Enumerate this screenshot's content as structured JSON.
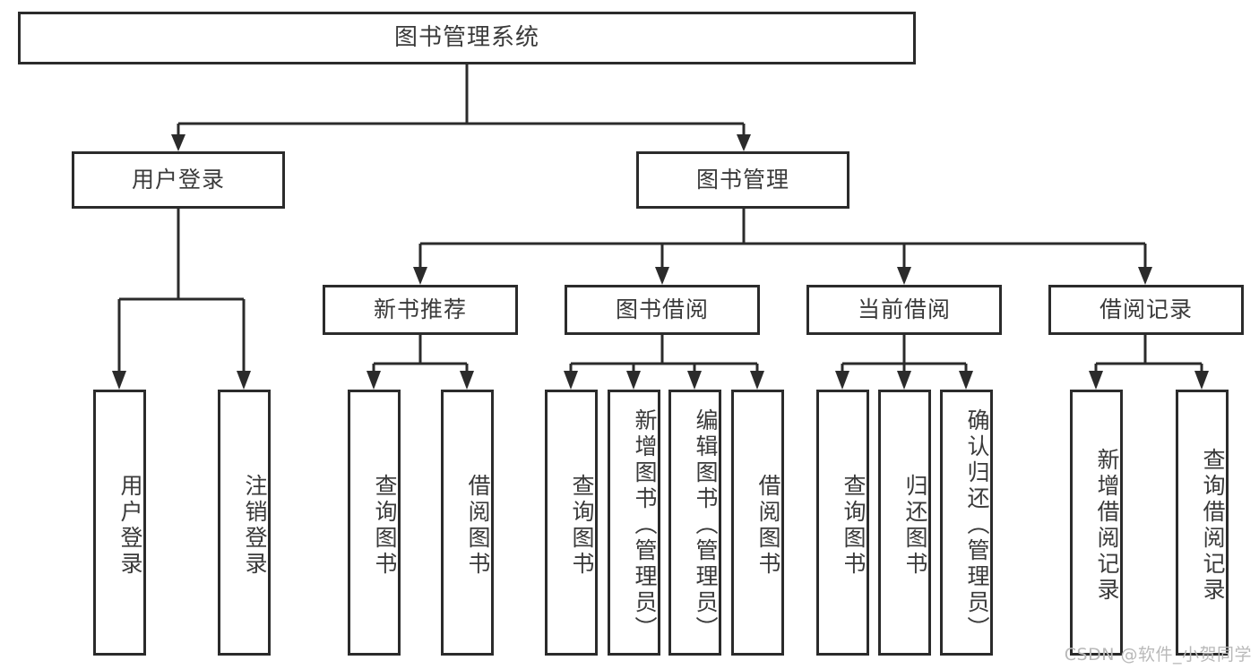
{
  "diagram": {
    "type": "tree",
    "title": "图书管理系统",
    "watermark": "CSDN @软件_小贺同学",
    "root": {
      "label": "图书管理系统",
      "level": 0
    },
    "level1": [
      {
        "label": "用户登录"
      },
      {
        "label": "图书管理"
      }
    ],
    "level2": [
      {
        "label": "新书推荐",
        "parent": "图书管理"
      },
      {
        "label": "图书借阅",
        "parent": "图书管理"
      },
      {
        "label": "当前借阅",
        "parent": "图书管理"
      },
      {
        "label": "借阅记录",
        "parent": "图书管理"
      }
    ],
    "leaves": {
      "用户登录": [
        {
          "label": "用户登录"
        },
        {
          "label": "注销登录"
        }
      ],
      "新书推荐": [
        {
          "label": "查询图书"
        },
        {
          "label": "借阅图书"
        }
      ],
      "图书借阅": [
        {
          "label": "查询图书"
        },
        {
          "label": "新增图书（管理员）"
        },
        {
          "label": "编辑图书（管理员）"
        },
        {
          "label": "借阅图书"
        }
      ],
      "当前借阅": [
        {
          "label": "查询图书"
        },
        {
          "label": "归还图书"
        },
        {
          "label": "确认归还（管理员）"
        }
      ],
      "借阅记录": [
        {
          "label": "新增借阅记录"
        },
        {
          "label": "查询借阅记录"
        }
      ]
    },
    "colors": {
      "stroke": "#2b2b2b",
      "text": "#3a3a3a",
      "background": "#ffffff",
      "watermark": "#b9b9b9"
    }
  }
}
